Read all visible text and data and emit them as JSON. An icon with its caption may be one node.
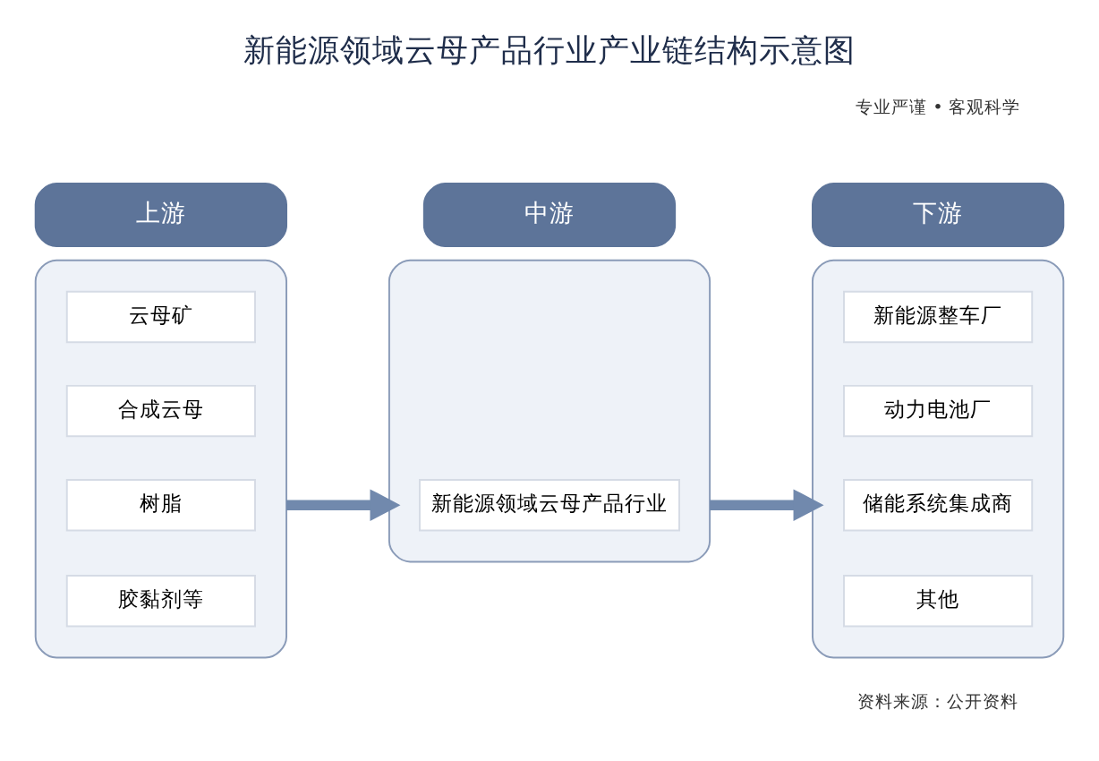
{
  "diagram": {
    "title": "新能源领域云母产品行业产业链结构示意图",
    "caption": "资料来源：公开资料",
    "nodes": [
      {
        "text": [
          "上游"
        ]
      },
      {
        "text": [
          "中游"
        ]
      },
      {
        "text": [
          "下游"
        ]
      },
      {
        "text": [],
        "shape": "box"
      },
      {
        "text": [
          "云母矿"
        ],
        "in": 3
      },
      {
        "text": [
          "合成云母"
        ],
        "in": 3
      },
      {
        "text": [
          "树脂"
        ],
        "in": 3
      },
      {
        "text": [
          "胶黏剂等"
        ],
        "in": 3
      },
      {
        "text": [],
        "shape": "box"
      },
      {
        "text": [
          "新能源领域云母产品行业"
        ],
        "in": 8
      },
      {
        "text": [],
        "shape": "box"
      },
      {
        "text": [
          "新能源整车厂"
        ],
        "in": 10
      },
      {
        "text": [
          "动力电池厂"
        ],
        "in": 10
      },
      {
        "text": [
          "储能系统集成商"
        ],
        "in": 10
      },
      {
        "text": [
          "其他"
        ],
        "in": 10
      }
    ],
    "edges": [
      {
        "from": 3,
        "to": 8,
        "arrow": "to"
      },
      {
        "from": 8,
        "to": 10,
        "arrow": "to"
      }
    ],
    "labels": [
      "专业严谨 • 客观科学"
    ]
  }
}
